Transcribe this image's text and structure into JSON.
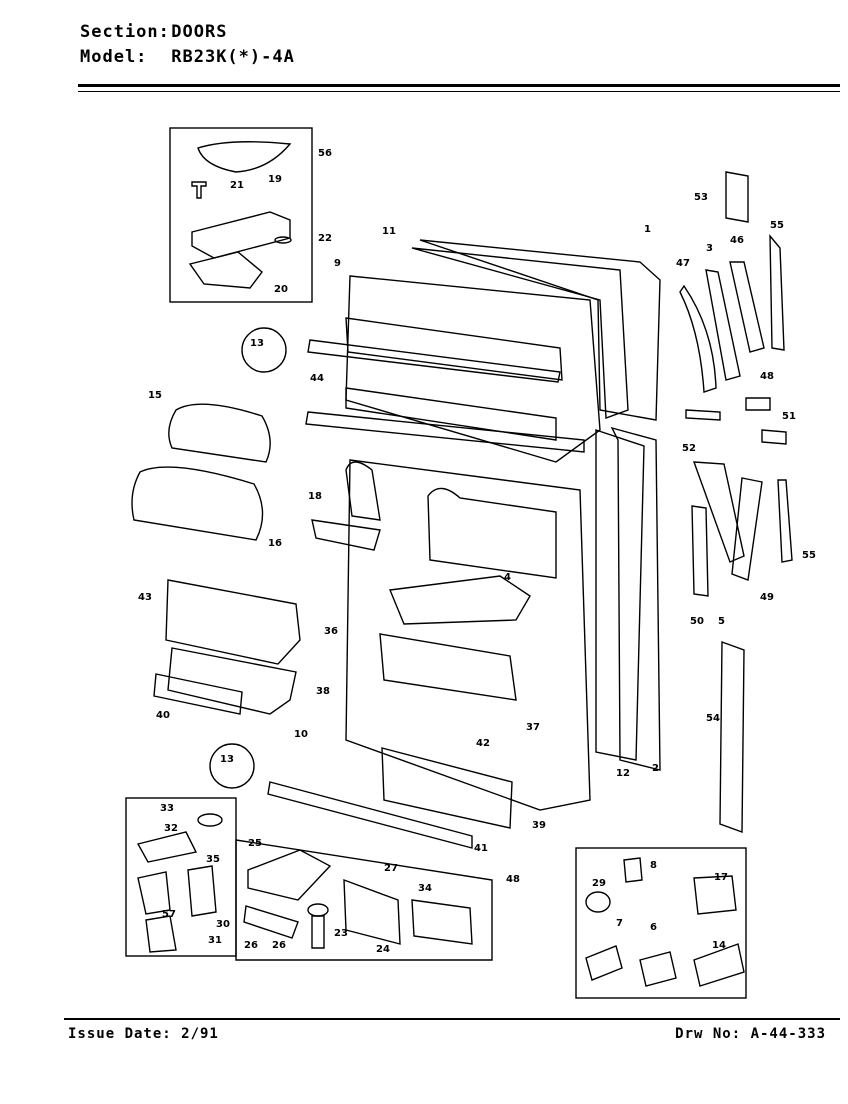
{
  "header": {
    "section_label": "Section:",
    "section_value": "DOORS",
    "model_label": "Model:",
    "model_value": "RB23K(*)-4A"
  },
  "footer": {
    "issue_date": "Issue Date: 2/91",
    "drawing_no": "Drw No: A-44-333"
  },
  "callouts": [
    "56",
    "21",
    "19",
    "22",
    "20",
    "11",
    "1",
    "9",
    "13",
    "44",
    "15",
    "16",
    "18",
    "43",
    "36",
    "38",
    "40",
    "4",
    "37",
    "10",
    "42",
    "12",
    "2",
    "13",
    "39",
    "41",
    "48",
    "53",
    "55",
    "47",
    "3",
    "46",
    "48",
    "51",
    "52",
    "55",
    "49",
    "50",
    "5",
    "54",
    "33",
    "32",
    "35",
    "57",
    "30",
    "31",
    "25",
    "27",
    "34",
    "26",
    "23",
    "24",
    "29",
    "8",
    "17",
    "7",
    "6",
    "14",
    "26"
  ]
}
